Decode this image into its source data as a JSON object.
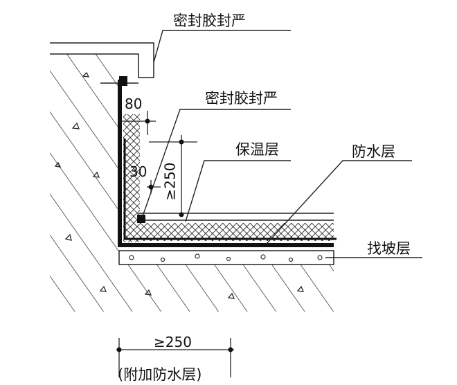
{
  "labels": {
    "sealant_top": "密封胶封严",
    "sealant_mid": "密封胶封严",
    "insulation": "保温层",
    "waterproof": "防水层",
    "slope_layer": "找坡层",
    "additional_waterproof": "(附加防水层)"
  },
  "dimensions": {
    "d80": "80",
    "d30": "30",
    "vertical_min": "≥250",
    "horizontal_min": "≥250"
  }
}
